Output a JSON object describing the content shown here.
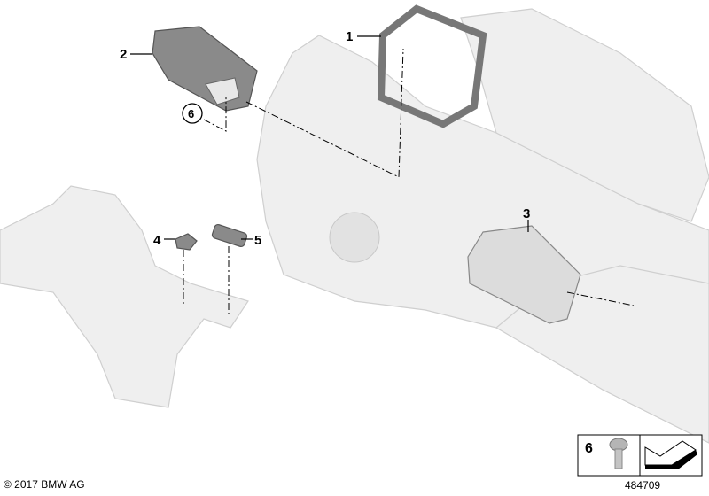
{
  "callouts": {
    "p1": "1",
    "p2": "2",
    "p3": "3",
    "p4": "4",
    "p5": "5",
    "p6": "6"
  },
  "legend": {
    "part_number": "6"
  },
  "footer": {
    "copyright": "© 2017 BMW AG",
    "diagram_id": "484709"
  }
}
